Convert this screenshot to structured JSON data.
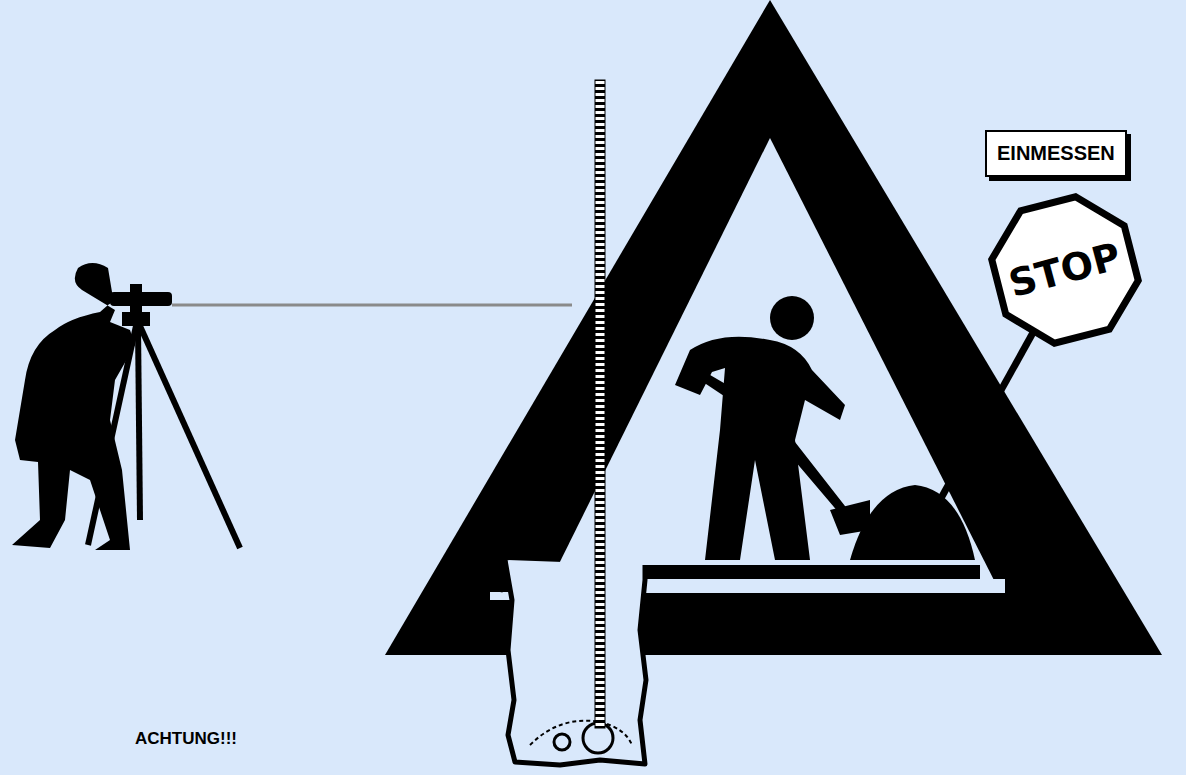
{
  "diagram": {
    "nodes": [
      {
        "text": [
          "EINMESSEN"
        ]
      },
      {
        "text": [
          "STOP"
        ]
      }
    ],
    "labels": [
      "ACHTUNG!!!"
    ]
  }
}
